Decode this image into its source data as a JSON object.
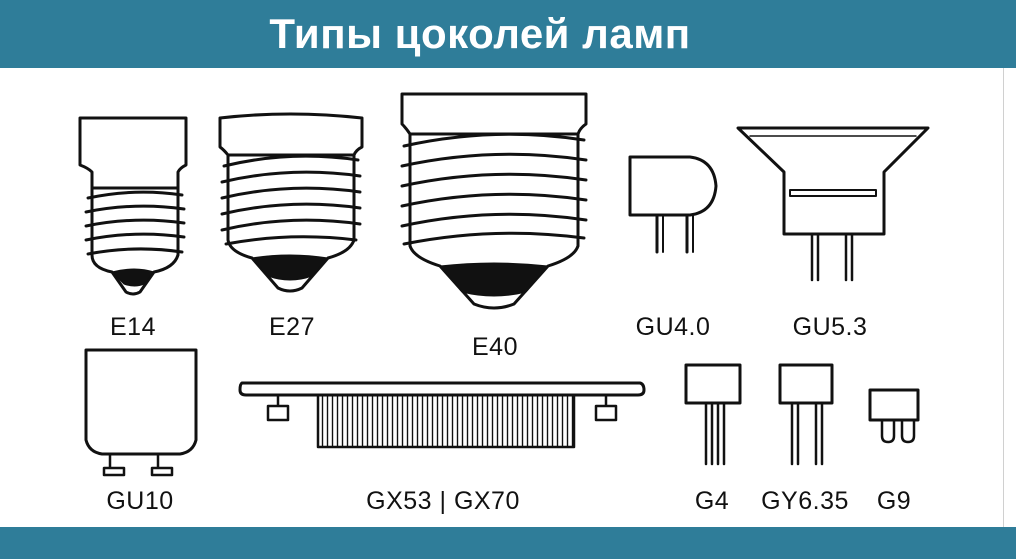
{
  "title": "Типы цоколей ламп",
  "colors": {
    "banner": "#2f7d99",
    "line": "#111111",
    "fill": "#ffffff"
  },
  "labels": {
    "e14": "E14",
    "e27": "E27",
    "e40": "E40",
    "gu40": "GU4.0",
    "gu53": "GU5.3",
    "gu10": "GU10",
    "gx53": "GX53 | GX70",
    "g4": "G4",
    "gy635": "GY6.35",
    "g9": "G9"
  }
}
